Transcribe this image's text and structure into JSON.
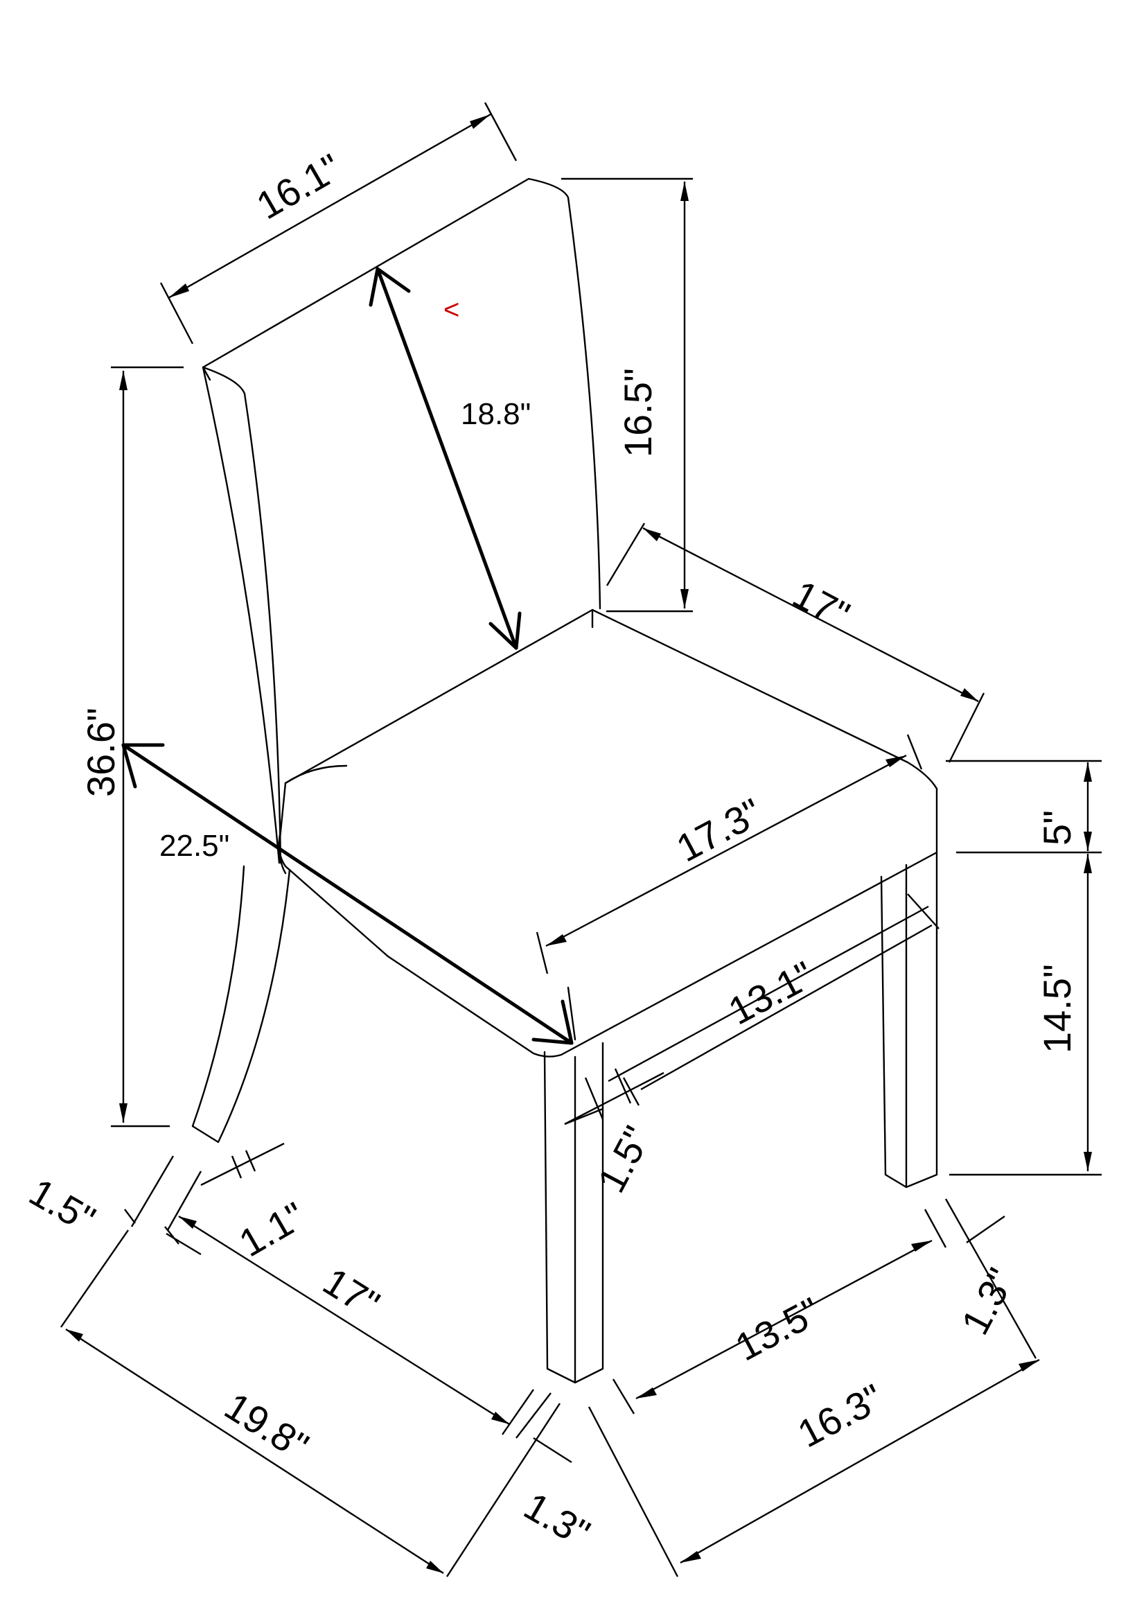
{
  "dimensions": {
    "back_width": "16.1\"",
    "back_height": "16.5\"",
    "back_diagonal": "18.8\"",
    "overall_height": "36.6\"",
    "overall_depth": "22.5\"",
    "seat_side_depth": "17\"",
    "seat_front_width": "17.3\"",
    "seat_thickness": "5\"",
    "seat_height": "14.5\"",
    "front_apron": "13.1\"",
    "front_leg_width": "1.5\"",
    "back_leg_side": "1.5\"",
    "back_leg_front": "1.1\"",
    "side_between_legs": "17\"",
    "side_overall": "19.8\"",
    "front_leg_depth": "1.3\"",
    "front_between_legs": "13.5\"",
    "right_leg_depth": "1.3\"",
    "front_overall": "16.3\""
  },
  "annotation": {
    "mark": "<",
    "color": "#cc0000"
  }
}
